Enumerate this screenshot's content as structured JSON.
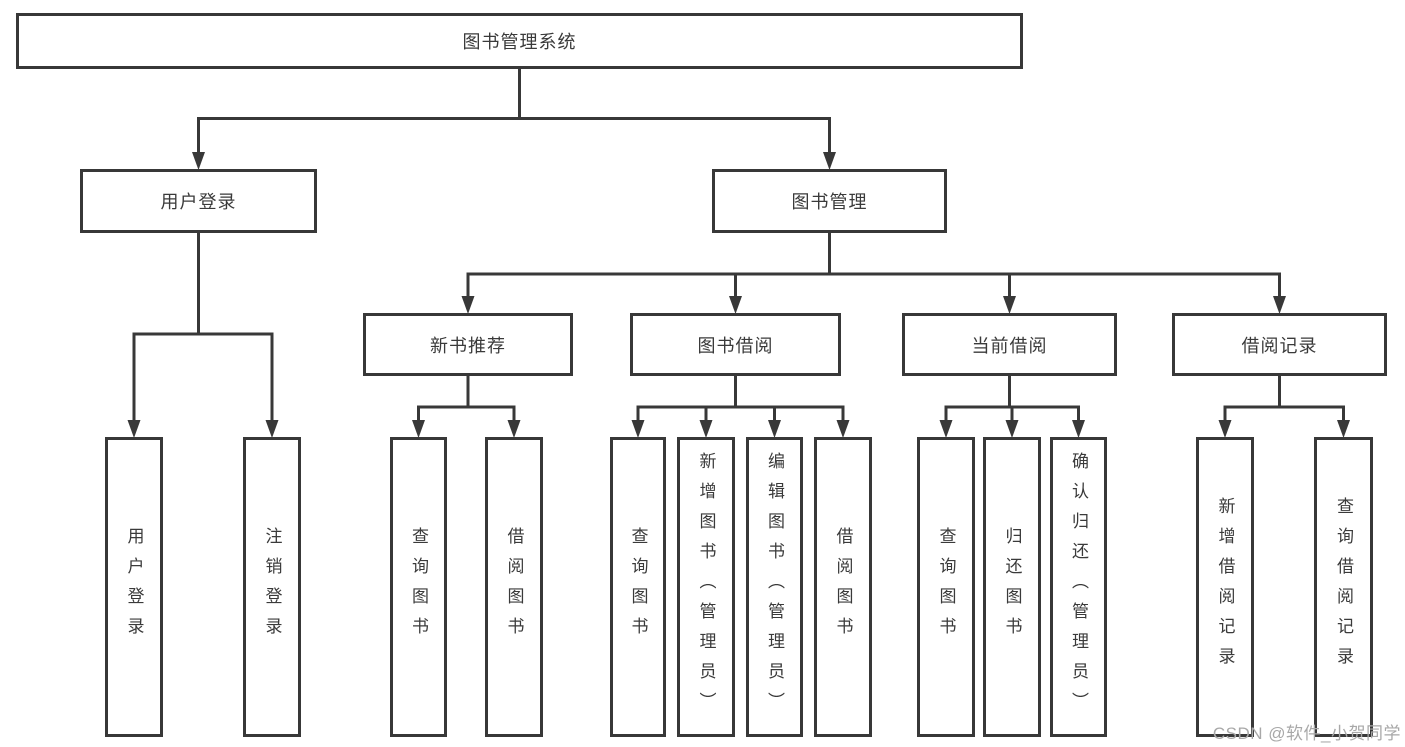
{
  "colors": {
    "line": "#383838",
    "text": "#3a3a3a",
    "background": "#ffffff",
    "watermark": "#a8a8a8"
  },
  "watermark": {
    "text": "CSDN @软件_小贺同学"
  },
  "diagram": {
    "type": "hierarchy-tree",
    "tree": {
      "label": "图书管理系统",
      "children": [
        {
          "label": "用户登录",
          "children": [
            {
              "label": "用户登录"
            },
            {
              "label": "注销登录"
            }
          ]
        },
        {
          "label": "图书管理",
          "children": [
            {
              "label": "新书推荐",
              "children": [
                {
                  "label": "查询图书"
                },
                {
                  "label": "借阅图书"
                }
              ]
            },
            {
              "label": "图书借阅",
              "children": [
                {
                  "label": "查询图书"
                },
                {
                  "label": "新增图书（管理员）"
                },
                {
                  "label": "编辑图书（管理员）"
                },
                {
                  "label": "借阅图书"
                }
              ]
            },
            {
              "label": "当前借阅",
              "children": [
                {
                  "label": "查询图书"
                },
                {
                  "label": "归还图书"
                },
                {
                  "label": "确认归还（管理员）"
                }
              ]
            },
            {
              "label": "借阅记录",
              "children": [
                {
                  "label": "新增借阅记录"
                },
                {
                  "label": "查询借阅记录"
                }
              ]
            }
          ]
        }
      ]
    }
  }
}
